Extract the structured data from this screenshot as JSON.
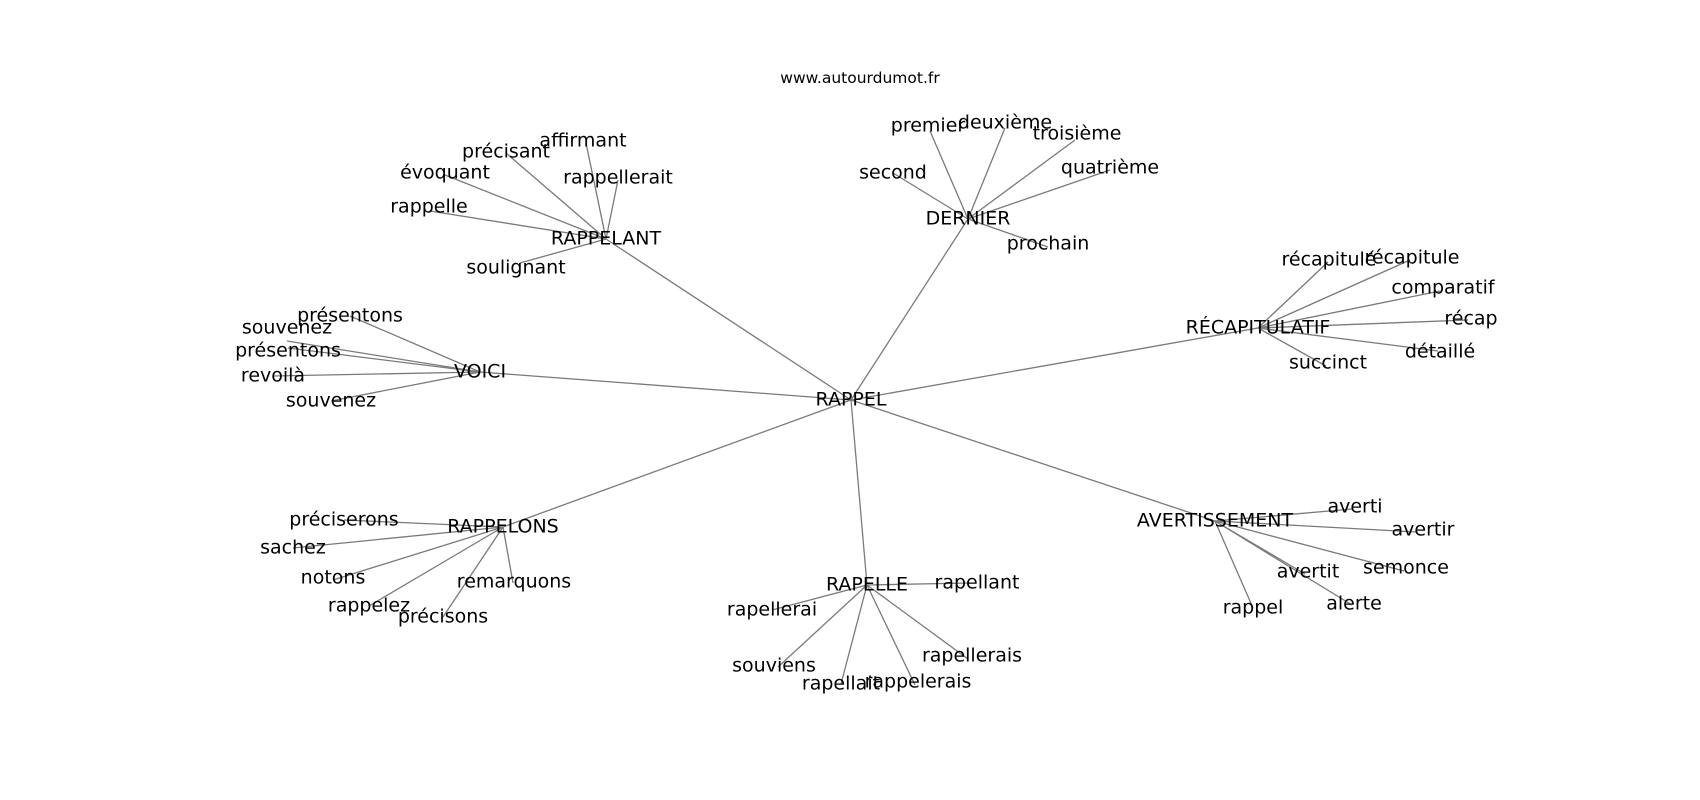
{
  "site_label": "www.autourdumot.fr",
  "center": "RAPPEL",
  "clusters": [
    {
      "hub": "RAPPELANT",
      "words": [
        "affirmant",
        "précisant",
        "rappellerait",
        "évoquant",
        "rappelle",
        "soulignant"
      ]
    },
    {
      "hub": "DERNIER",
      "words": [
        "premier",
        "deuxième",
        "troisième",
        "second",
        "quatrième",
        "prochain"
      ]
    },
    {
      "hub": "RÉCAPITULATIF",
      "words": [
        "récapitulé",
        "récapitule",
        "comparatif",
        "récap",
        "détaillé",
        "succinct"
      ]
    },
    {
      "hub": "VOICI",
      "words": [
        "présentons",
        "souvenez",
        "présentons",
        "revoilà",
        "souvenez"
      ]
    },
    {
      "hub": "RAPPELONS",
      "words": [
        "préciserons",
        "sachez",
        "notons",
        "rappelez",
        "précisons",
        "remarquons"
      ]
    },
    {
      "hub": "RAPELLE",
      "words": [
        "rapellant",
        "rapellerai",
        "souviens",
        "rapellait",
        "rappelerais",
        "rapellerais"
      ]
    },
    {
      "hub": "AVERTISSEMENT",
      "words": [
        "averti",
        "avertir",
        "avertit",
        "semonce",
        "alerte",
        "rappel"
      ]
    }
  ]
}
